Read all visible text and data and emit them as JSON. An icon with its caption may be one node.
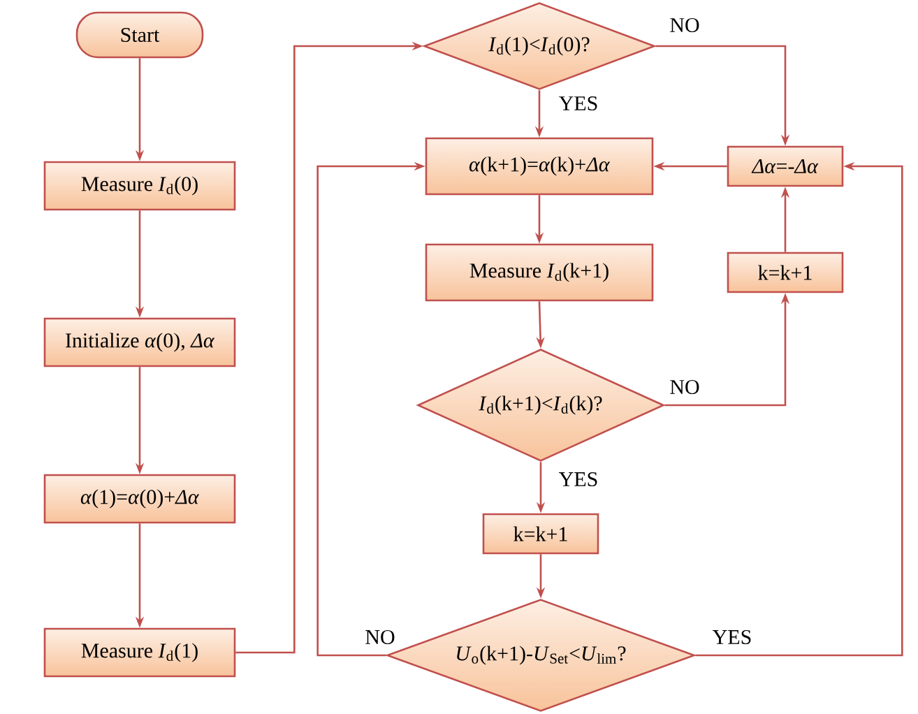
{
  "diagram": {
    "nodes": [
      {
        "text": [
          "Start"
        ]
      },
      {
        "text": [
          "Measure *I*$_{d}$(0)"
        ]
      },
      {
        "text": [
          "Initialize *α*(0), *Δα*"
        ]
      },
      {
        "text": [
          "*α*(1)=*α*(0)+*Δα*"
        ]
      },
      {
        "text": [
          "Measure *I*$_{d}$(1)"
        ]
      },
      {
        "text": [
          "*I*$_{d}$(1)<*I*$_{d}$(0)?"
        ]
      },
      {
        "text": [
          "*α*(k+1)=*α*(k)+*Δα*"
        ]
      },
      {
        "text": [
          "*Δα*=-*Δα*"
        ]
      },
      {
        "text": [
          "Measure *I*$_{d}$(k+1)"
        ]
      },
      {
        "text": [
          "k=k+1"
        ]
      },
      {
        "text": [
          "*I*$_{d}$(k+1)<*I*$_{d}$(k)?"
        ]
      },
      {
        "text": [
          "k=k+1"
        ]
      },
      {
        "text": [
          "*U*$_{o}$(k+1)-*U*$_{Set}$<*U*$_{lim}$?"
        ]
      }
    ],
    "edges": [
      {
        "from": 0,
        "to": 1,
        "arrow": "to"
      },
      {
        "from": 1,
        "to": 2,
        "arrow": "to"
      },
      {
        "from": 2,
        "to": 3,
        "arrow": "to"
      },
      {
        "from": 3,
        "to": 4,
        "arrow": "to"
      },
      {
        "from": 4,
        "to": 5,
        "arrow": "to"
      },
      {
        "from": 5,
        "to": 6,
        "arrow": "to",
        "label": "YES"
      },
      {
        "from": 5,
        "to": 7,
        "arrow": "to",
        "label": "NO"
      },
      {
        "from": 7,
        "to": 6,
        "arrow": "to"
      },
      {
        "from": 6,
        "to": 8,
        "arrow": "to"
      },
      {
        "from": 8,
        "to": 10,
        "arrow": "to"
      },
      {
        "from": 10,
        "to": 9,
        "arrow": "to",
        "label": "NO"
      },
      {
        "from": 9,
        "to": 7,
        "arrow": "to"
      },
      {
        "from": 10,
        "to": 11,
        "arrow": "to",
        "label": "YES"
      },
      {
        "from": 11,
        "to": 12,
        "arrow": "to"
      },
      {
        "from": 12,
        "to": 6,
        "arrow": "to",
        "label": "NO"
      },
      {
        "from": 12,
        "to": 7,
        "arrow": "to",
        "label": "YES"
      }
    ]
  }
}
